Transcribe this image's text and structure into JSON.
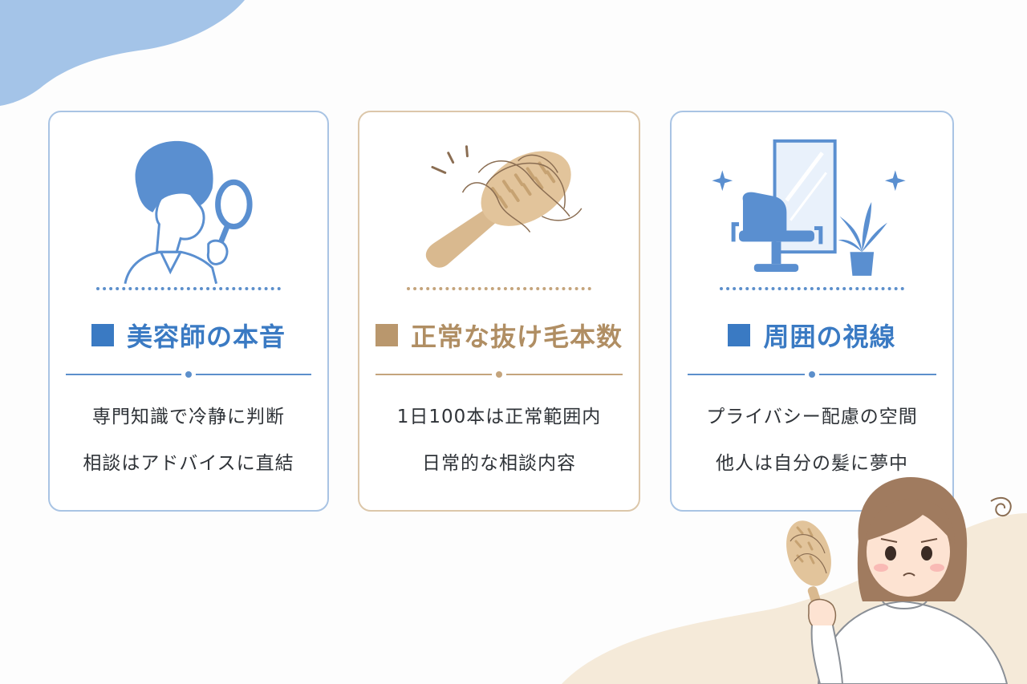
{
  "cards": [
    {
      "title": "美容師の本音",
      "lines": [
        "専門知識で冷静に判断",
        "相談はアドバイスに直結"
      ],
      "illustration": "hairdresser-magnifier-icon"
    },
    {
      "title": "正常な抜け毛本数",
      "lines": [
        "1日100本は正常範囲内",
        "日常的な相談内容"
      ],
      "illustration": "hairbrush-with-hair-icon"
    },
    {
      "title": "周囲の視線",
      "lines": [
        "プライバシー配慮の空間",
        "他人は自分の髪に夢中"
      ],
      "illustration": "salon-chair-mirror-icon"
    }
  ],
  "colors": {
    "blue": "#3a7ac3",
    "beige": "#b08e63",
    "blue_border": "#a9c4e4",
    "beige_border": "#dcc7aa"
  }
}
